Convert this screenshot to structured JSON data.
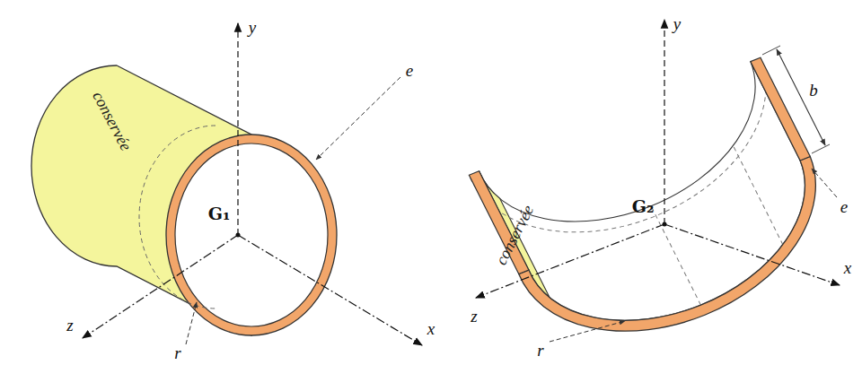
{
  "diagram": {
    "labels": [
      "conservée",
      "y",
      "e",
      "G₁",
      "z",
      "r",
      "x",
      "y",
      "b",
      "G₂",
      "e",
      "z",
      "conservée",
      "r",
      "x"
    ]
  }
}
